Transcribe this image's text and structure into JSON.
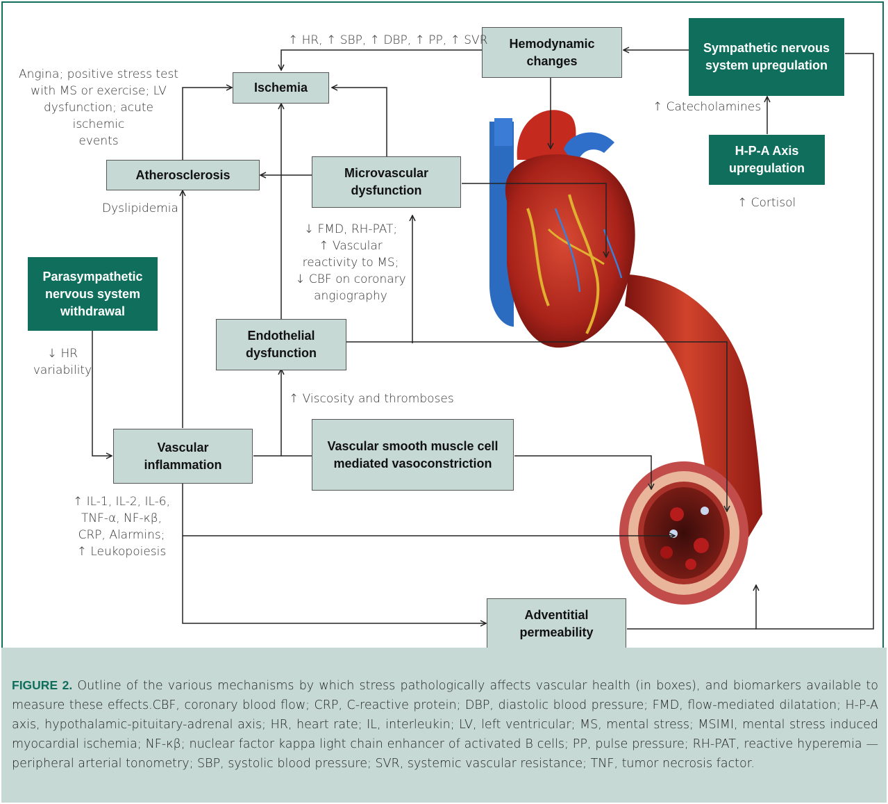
{
  "boxes": {
    "ischemia": "Ischemia",
    "hemodynamic": "Hemodynamic changes",
    "sympathetic": "Sympathetic nervous system upregulation",
    "hpa": "H-P-A Axis upregulation",
    "atherosclerosis": "Atherosclerosis",
    "microvascular": "Microvascular dysfunction",
    "parasympathetic": "Parasympathetic nervous system withdrawal",
    "endothelial": "Endothelial dysfunction",
    "vascular_inflammation": "Vascular inflammation",
    "vsmc": "Vascular smooth muscle cell mediated vasoconstriction",
    "adventitial": "Adventitial permeability"
  },
  "labels": {
    "hemodynamic_markers": "↑ HR, ↑ SBP, ↑ DBP, ↑ PP, ↑ SVR",
    "ischemia_markers": [
      "Angina; positive stress test",
      "with MS or exercise; LV",
      "dysfunction; acute ischemic",
      "events"
    ],
    "catecholamines": "↑ Catecholamines",
    "cortisol": "↑ Cortisol",
    "dyslipidemia": "Dyslipidemia",
    "microvascular_markers": [
      "↓ FMD, RH-PAT;",
      "↑ Vascular",
      "reactivity to MS;",
      "↓ CBF on coronary",
      "angiography"
    ],
    "hr_variability": [
      "↓ HR",
      "variability"
    ],
    "viscosity": "↑ Viscosity and thromboses",
    "inflammation_markers": [
      "↑ IL-1, IL-2, IL-6,",
      "TNF-α, NF-κβ,",
      "CRP, Alarmins;",
      "↑ Leukopoiesis"
    ]
  },
  "caption": {
    "label": "FIGURE 2.",
    "text": "Outline of the various mechanisms by which stress pathologically affects vascular health (in boxes), and biomarkers available to measure these effects.CBF, coronary blood flow; CRP, C-reactive protein; DBP, diastolic blood pressure; FMD, flow-mediated dilatation; H-P-A axis, hypothalamic-pituitary-adrenal axis; HR, heart rate; IL, interleukin; LV, left ventricular; MS, mental stress; MSIMI, mental stress induced myocardial ischemia; NF-κβ; nuclear factor kappa light chain enhancer of activated B cells; PP, pulse pressure; RH-PAT, reactive hyperemia — peripheral arterial tonometry; SBP, systolic blood pressure; SVR, systemic vascular resistance; TNF, tumor necrosis factor."
  },
  "colors": {
    "accent": "#0f6e5c",
    "box_fill": "#c6d9d4",
    "caption_bg": "#c6d9d4"
  }
}
